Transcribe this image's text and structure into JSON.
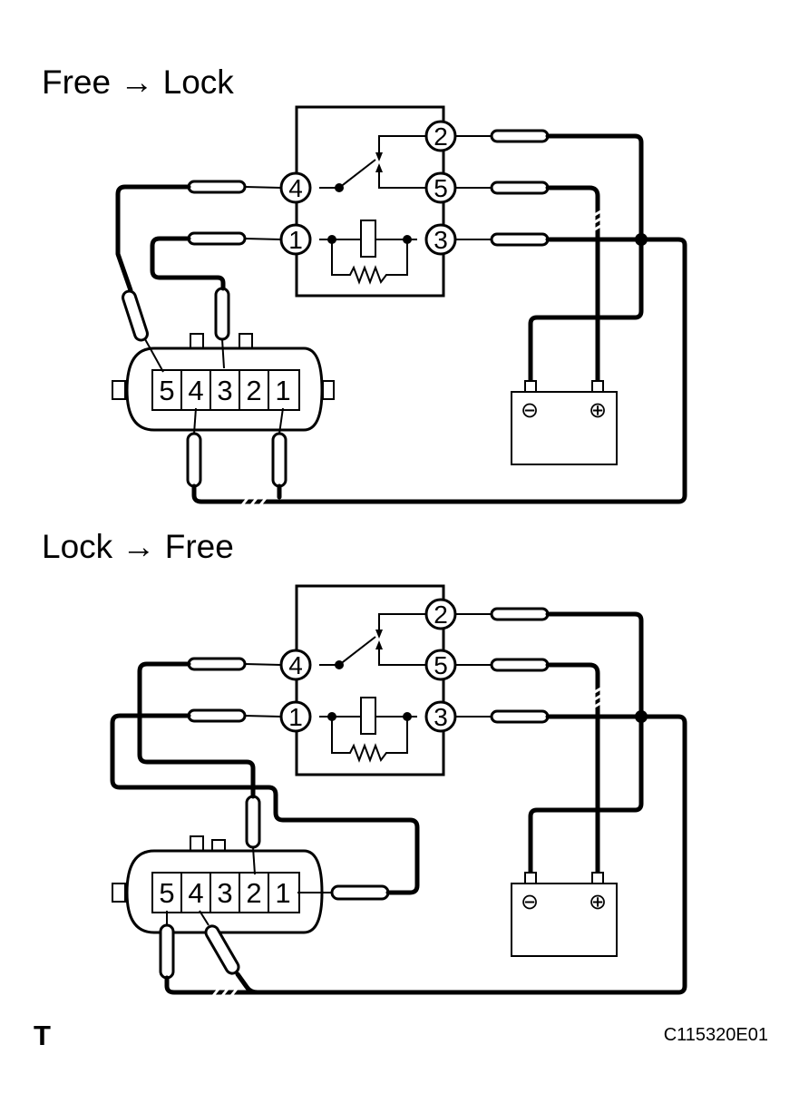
{
  "panels": [
    {
      "title": "Free → Lock"
    },
    {
      "title": "Lock → Free"
    }
  ],
  "relay_terminals": [
    "1",
    "2",
    "3",
    "4",
    "5"
  ],
  "connector_pins": [
    "5",
    "4",
    "3",
    "2",
    "1"
  ],
  "battery": {
    "negative_symbol": "⊖",
    "positive_symbol": "⊕"
  },
  "footer": {
    "corner_mark": "T",
    "figure_code": "C115320E01"
  }
}
